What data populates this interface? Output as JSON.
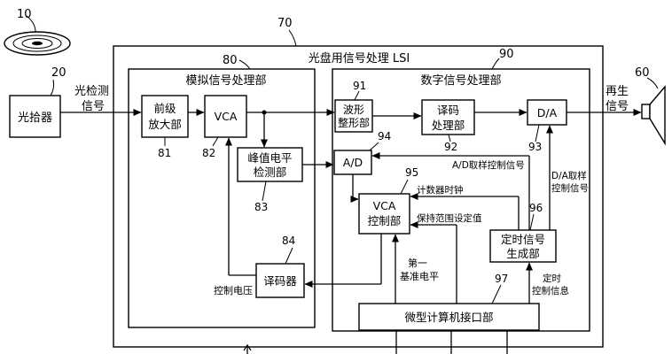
{
  "labels": {
    "disc_num": "10",
    "pickup_num": "20",
    "pickup": "光拾器",
    "detect_1": "光检测",
    "detect_2": "信号",
    "lsi_num": "70",
    "lsi_title": "光盘用信号处理 LSI",
    "analog_num": "80",
    "analog_title": "模拟信号处理部",
    "digital_num": "90",
    "digital_title": "数字信号处理部",
    "preamp_1": "前级",
    "preamp_2": "放大部",
    "preamp_num": "81",
    "vca": "VCA",
    "vca_num": "82",
    "peak_1": "峰值电平",
    "peak_2": "检测部",
    "peak_num": "83",
    "decoder": "译码器",
    "decoder_num": "84",
    "ctrl_voltage": "控制电压",
    "shaper_1": "波形",
    "shaper_2": "整形部",
    "shaper_num": "91",
    "dec_proc_1": "译码",
    "dec_proc_2": "处理部",
    "dec_proc_num": "92",
    "da": "D/A",
    "da_num": "93",
    "ad": "A/D",
    "ad_num": "94",
    "ad_sample": "A/D取样控制信号",
    "da_sample_1": "D/A取样",
    "da_sample_2": "控制信号",
    "vca_ctrl_1": "VCA",
    "vca_ctrl_2": "控制部",
    "vca_ctrl_num": "95",
    "counter_clock": "计数器时钟",
    "hold_range": "保持范围设定值",
    "timing_1": "定时信号",
    "timing_2": "生成部",
    "timing_num": "96",
    "ref_level_1": "第一",
    "ref_level_2": "基准电平",
    "timing_info_1": "定时",
    "timing_info_2": "控制信息",
    "micro_if": "微型计算机接口部",
    "micro_if_num": "97",
    "playback_1": "再生",
    "playback_2": "信号",
    "speaker_num": "60"
  }
}
